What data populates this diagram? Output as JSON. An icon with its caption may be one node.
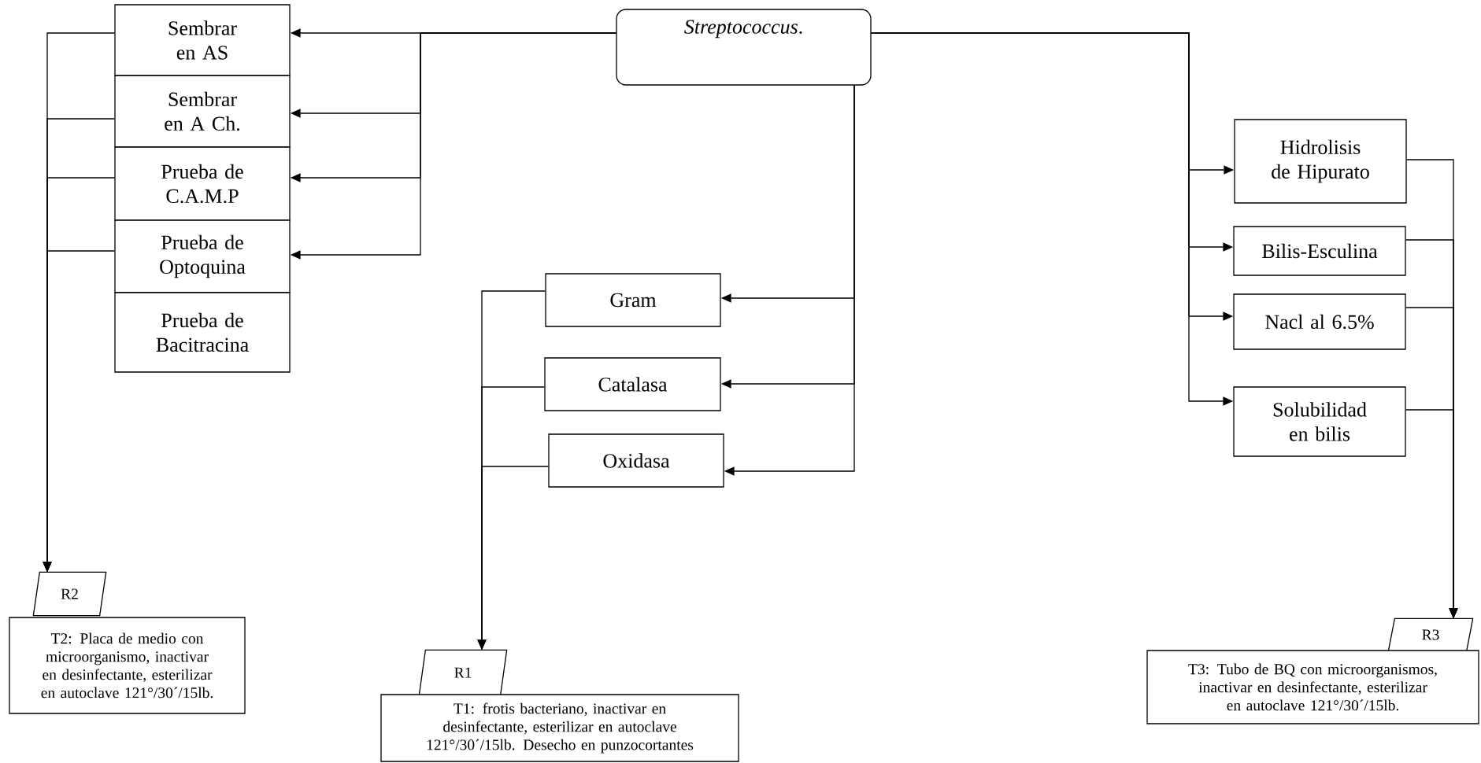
{
  "diagram": {
    "nodes": [
      {
        "text": [
          "*Streptococcus*."
        ]
      },
      {
        "text": [
          "Sembrar en AS"
        ]
      },
      {
        "text": [
          "Sembrar en A Ch."
        ]
      },
      {
        "text": [
          "Prueba de C.A.M.P"
        ]
      },
      {
        "text": [
          "Prueba de Optoquina"
        ]
      },
      {
        "text": [
          "Prueba de Bacitracina"
        ]
      },
      {
        "text": [
          "Gram"
        ]
      },
      {
        "text": [
          "Catalasa"
        ]
      },
      {
        "text": [
          "Oxidasa"
        ]
      },
      {
        "text": [
          "Hidrolisis de Hipurato"
        ]
      },
      {
        "text": [
          "Bilis-Esculina"
        ]
      },
      {
        "text": [
          "Nacl al 6.5%"
        ]
      },
      {
        "text": [
          "Solubilidad en bilis"
        ]
      },
      {
        "text": [
          "R2"
        ]
      },
      {
        "text": [
          "T2: Placa de medio con microorganismo, inactivar en desinfectante, esterilizar en autoclave 121°/30´/15lb."
        ]
      },
      {
        "text": [
          "R1"
        ]
      },
      {
        "text": [
          "T1: frotis bacteriano, inactivar en desinfectante, esterilizar en autoclave 121°/30´/15lb. Desecho en punzocortantes"
        ]
      },
      {
        "text": [
          "R3"
        ]
      },
      {
        "text": [
          "T3: Tubo de BQ con microorganismos, inactivar en desinfectante, esterilizar en autoclave 121°/30´/15lb."
        ]
      }
    ],
    "edges": [
      {
        "from": 0,
        "to": 1,
        "arrow": "to"
      },
      {
        "from": 0,
        "to": 2,
        "arrow": "to"
      },
      {
        "from": 0,
        "to": 3,
        "arrow": "to"
      },
      {
        "from": 0,
        "to": 4,
        "arrow": "to"
      },
      {
        "from": 1,
        "to": 13,
        "arrow": "to"
      },
      {
        "from": 2,
        "to": 13,
        "arrow": "to"
      },
      {
        "from": 3,
        "to": 13,
        "arrow": "to"
      },
      {
        "from": 4,
        "to": 13,
        "arrow": "to"
      },
      {
        "from": 0,
        "to": 6,
        "arrow": "to"
      },
      {
        "from": 0,
        "to": 7,
        "arrow": "to"
      },
      {
        "from": 0,
        "to": 8,
        "arrow": "to"
      },
      {
        "from": 6,
        "to": 15,
        "arrow": "to"
      },
      {
        "from": 7,
        "to": 15,
        "arrow": "to"
      },
      {
        "from": 8,
        "to": 15,
        "arrow": "to"
      },
      {
        "from": 0,
        "to": 9,
        "arrow": "to"
      },
      {
        "from": 0,
        "to": 10,
        "arrow": "to"
      },
      {
        "from": 0,
        "to": 11,
        "arrow": "to"
      },
      {
        "from": 0,
        "to": 12,
        "arrow": "to"
      },
      {
        "from": 9,
        "to": 17,
        "arrow": "to"
      },
      {
        "from": 10,
        "to": 17,
        "arrow": "to"
      },
      {
        "from": 11,
        "to": 17,
        "arrow": "to"
      },
      {
        "from": 12,
        "to": 17,
        "arrow": "to"
      }
    ]
  }
}
